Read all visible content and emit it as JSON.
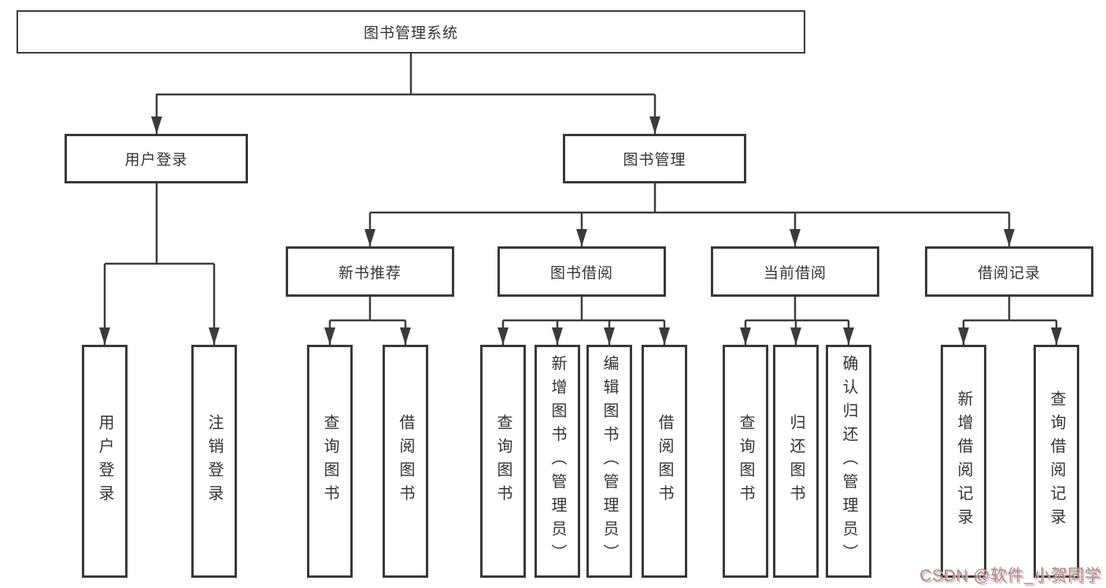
{
  "tree": {
    "root": {
      "label": "图书管理系统"
    },
    "user_login": {
      "label": "用户登录",
      "children": [
        {
          "label": "用户登录"
        },
        {
          "label": "注销登录"
        }
      ]
    },
    "book_management": {
      "label": "图书管理",
      "sections": [
        {
          "label": "新书推荐",
          "children": [
            {
              "label": "查询图书"
            },
            {
              "label": "借阅图书"
            }
          ]
        },
        {
          "label": "图书借阅",
          "children": [
            {
              "label": "查询图书"
            },
            {
              "label": "新增图书（管理员）"
            },
            {
              "label": "编辑图书（管理员）"
            },
            {
              "label": "借阅图书"
            }
          ]
        },
        {
          "label": "当前借阅",
          "children": [
            {
              "label": "查询图书"
            },
            {
              "label": "归还图书"
            },
            {
              "label": "确认归还（管理员）"
            }
          ]
        },
        {
          "label": "借阅记录",
          "children": [
            {
              "label": "新增借阅记录"
            },
            {
              "label": "查询借阅记录"
            }
          ]
        }
      ]
    }
  },
  "watermark": {
    "text": "CSDN @软件_小贺同学"
  },
  "colors": {
    "line": "#3b3b3b",
    "box_border": "#383838",
    "box_background": "#ffffff",
    "text": "#333333",
    "watermark_text": "#969696",
    "watermark_shadow": "#f0a8a8"
  }
}
